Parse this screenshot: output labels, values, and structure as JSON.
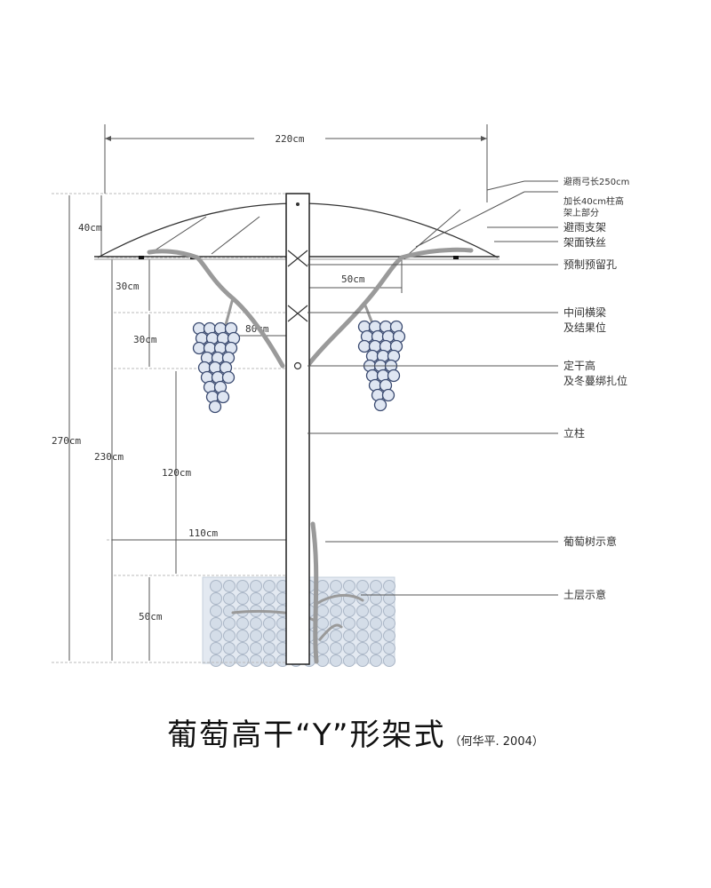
{
  "dims": {
    "width_top": "220cm",
    "arch_height": "40cm",
    "upper_gap": "30cm",
    "lower_gap": "30cm",
    "half_width_upper": "50cm",
    "half_width_middle": "80cm",
    "total_height": "270cm",
    "above_ground": "230cm",
    "trunk_height": "120cm",
    "half_width_lower": "110cm",
    "burial_depth": "50cm"
  },
  "labels": {
    "arch_length": "避雨弓长250cm",
    "extension_1": "加长40cm柱高",
    "extension_2": "架上部分",
    "rain_support": "避雨支架",
    "wire": "架面铁丝",
    "prefab_hole": "预制预留孔",
    "crossbeam_1": "中间横梁",
    "crossbeam_2": "及结果位",
    "trunk_point_1": "定干高",
    "trunk_point_2": "及冬蔓绑扎位",
    "post": "立柱",
    "vine": "葡萄树示意",
    "soil": "土层示意"
  },
  "title": {
    "main": "葡萄高干“Y”形架式",
    "credit": "（何华平. 2004）"
  }
}
